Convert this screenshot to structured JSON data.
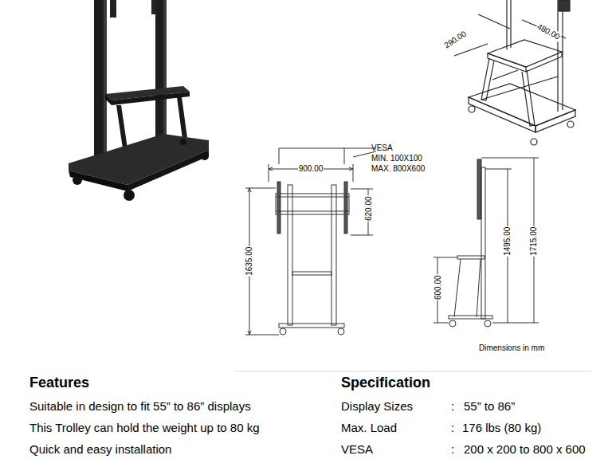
{
  "diagram": {
    "labels": [
      "290.00",
      "480.00",
      "VESA",
      "MIN. 100X100",
      "MAX. 800X600",
      "900.00",
      "620.00",
      "1635.00",
      "1495.00",
      "1715.00",
      "600.00",
      "Dimensions in mm",
      "Features",
      "Suitable in design to fit 55” to 86” displays",
      "This Trolley can hold the weight up to 80 kg",
      "Quick and easy installation",
      "Specification",
      "Display Sizes",
      ":",
      "55” to 86”",
      "Max. Load",
      ":",
      "176 lbs (80 kg)",
      "VESA",
      ":",
      "200 x 200 to 800 x 600"
    ]
  }
}
